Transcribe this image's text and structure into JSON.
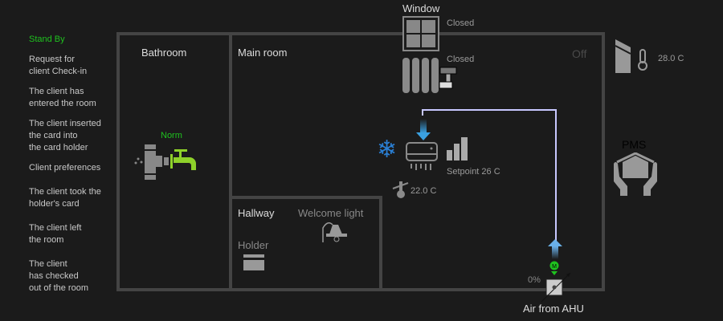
{
  "sidebar": {
    "items": [
      {
        "label": "Stand By",
        "active": true
      },
      {
        "label": "Request for\nclient Check-in"
      },
      {
        "label": "The client has\nentered the room"
      },
      {
        "label": "The client inserted\nthe card into\nthe card holder"
      },
      {
        "label": "Client preferences"
      },
      {
        "label": "The client took the\nholder's card"
      },
      {
        "label": "The client left\nthe room"
      },
      {
        "label": "The client\nhas checked\nout of the room"
      }
    ]
  },
  "rooms": {
    "bathroom": "Bathroom",
    "main": "Main room",
    "hallway": "Hallway"
  },
  "window": {
    "label": "Window",
    "status": "Closed"
  },
  "radiator": {
    "status": "Closed"
  },
  "main_status": "Off",
  "water": {
    "status": "Norm"
  },
  "ac": {
    "setpoint": "Setpoint 26 C",
    "temperature": "22.0 C",
    "fan_level": 3
  },
  "outdoor": {
    "temperature": "28.0 C"
  },
  "pms": {
    "label": "PMS"
  },
  "hallway": {
    "welcome_light": "Welcome light",
    "holder": "Holder"
  },
  "damper": {
    "percent": "0%",
    "label": "Air from AHU"
  },
  "colors": {
    "active": "#1fc21f",
    "wall": "#444444",
    "duct": "#c8c8ff",
    "snow": "#2a7fd4",
    "tap": "#8ed12a"
  }
}
